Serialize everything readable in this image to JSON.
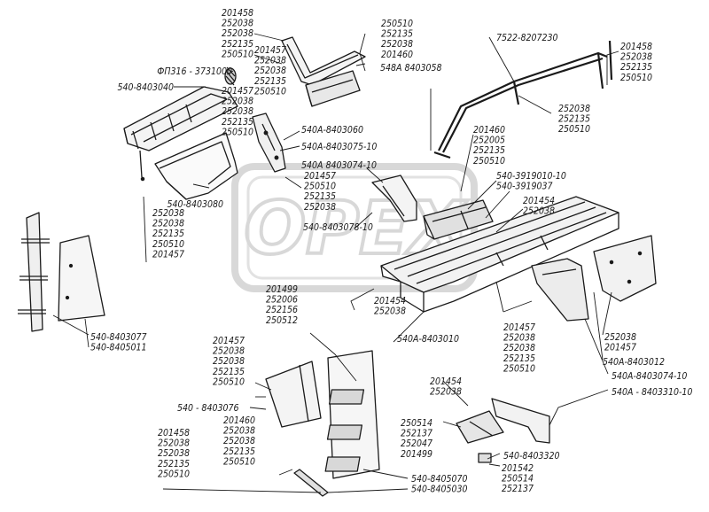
{
  "watermark": {
    "text": "OPEX"
  },
  "groups": [
    {
      "id": "g1",
      "anchor": "end",
      "lines": [
        "201458",
        "252038",
        "252038",
        "252135",
        "250510"
      ]
    },
    {
      "id": "g2",
      "anchor": "start",
      "lines": [
        "201457",
        "252038",
        "252038",
        "252135",
        "250510"
      ]
    },
    {
      "id": "g3",
      "anchor": "start",
      "lines": [
        "250510",
        "252135",
        "252038",
        "201460"
      ]
    },
    {
      "id": "g4",
      "anchor": "start",
      "lines": [
        "548A 8403058"
      ]
    },
    {
      "id": "g5",
      "anchor": "end",
      "lines": [
        "ФП316 - 3731000"
      ]
    },
    {
      "id": "g6",
      "anchor": "end",
      "lines": [
        "540-8403040"
      ]
    },
    {
      "id": "g7",
      "anchor": "start",
      "lines": [
        "7522-8207230"
      ]
    },
    {
      "id": "g8",
      "anchor": "start",
      "lines": [
        "201458",
        "252038",
        "252135",
        "250510"
      ]
    },
    {
      "id": "g9",
      "anchor": "end",
      "lines": [
        "201457",
        "252038",
        "252038",
        "252135",
        "250510"
      ]
    },
    {
      "id": "g10",
      "anchor": "start",
      "lines": [
        "252038",
        "252135",
        "250510"
      ]
    },
    {
      "id": "g11",
      "anchor": "start",
      "lines": [
        "540A-8403060"
      ]
    },
    {
      "id": "g12",
      "anchor": "start",
      "lines": [
        "540A-8403075-10"
      ]
    },
    {
      "id": "g13",
      "anchor": "start",
      "lines": [
        "201460",
        "252005",
        "252135",
        "250510"
      ]
    },
    {
      "id": "g14",
      "anchor": "start",
      "lines": [
        "540A 8403074-10"
      ]
    },
    {
      "id": "g15",
      "anchor": "start",
      "lines": [
        "201457",
        "250510",
        "252135",
        "252038"
      ]
    },
    {
      "id": "g16",
      "anchor": "start",
      "lines": [
        "540-3919010-10",
        "540-3919037"
      ]
    },
    {
      "id": "g17",
      "anchor": "start",
      "lines": [
        "201454",
        "252038"
      ]
    },
    {
      "id": "g18",
      "anchor": "start",
      "lines": [
        "540-8403078-10"
      ]
    },
    {
      "id": "g19",
      "anchor": "end",
      "lines": [
        "540-8403080"
      ]
    },
    {
      "id": "g20",
      "anchor": "start",
      "lines": [
        "252038",
        "252038",
        "252135",
        "250510",
        "201457"
      ]
    },
    {
      "id": "g21",
      "anchor": "start",
      "lines": [
        "201454",
        "252038"
      ]
    },
    {
      "id": "g22",
      "anchor": "start",
      "lines": [
        "201499",
        "252006",
        "252156",
        "250512"
      ]
    },
    {
      "id": "g23",
      "anchor": "start",
      "lines": [
        "540A-8403010"
      ]
    },
    {
      "id": "g24",
      "anchor": "start",
      "lines": [
        "201457",
        "252038",
        "252038",
        "252135",
        "250510"
      ]
    },
    {
      "id": "g25",
      "anchor": "start",
      "lines": [
        "252038",
        "201457"
      ]
    },
    {
      "id": "g26",
      "anchor": "start",
      "lines": [
        "540A-8403012"
      ]
    },
    {
      "id": "g27",
      "anchor": "start",
      "lines": [
        "540A-8403074-10"
      ]
    },
    {
      "id": "g28",
      "anchor": "start",
      "lines": [
        "540A - 8403310-10"
      ]
    },
    {
      "id": "g29",
      "anchor": "start",
      "lines": [
        "540-8403077",
        "540-8405011"
      ]
    },
    {
      "id": "g30",
      "anchor": "start",
      "lines": [
        "201457",
        "252038",
        "252038",
        "252135",
        "250510"
      ]
    },
    {
      "id": "g31",
      "anchor": "start",
      "lines": [
        "540 - 8403076"
      ]
    },
    {
      "id": "g32",
      "anchor": "start",
      "lines": [
        "201460",
        "252038",
        "252038",
        "252135",
        "250510"
      ]
    },
    {
      "id": "g33",
      "anchor": "start",
      "lines": [
        "201454",
        "252038"
      ]
    },
    {
      "id": "g34",
      "anchor": "start",
      "lines": [
        "250514",
        "252137",
        "252047",
        "201499"
      ]
    },
    {
      "id": "g35",
      "anchor": "start",
      "lines": [
        "540-8403320"
      ]
    },
    {
      "id": "g36",
      "anchor": "start",
      "lines": [
        "201542",
        "250514",
        "252137"
      ]
    },
    {
      "id": "g37",
      "anchor": "start",
      "lines": [
        "201458",
        "252038",
        "252038",
        "252135",
        "250510"
      ]
    },
    {
      "id": "g38",
      "anchor": "start",
      "lines": [
        "540-8405070",
        "540-8405030"
      ]
    }
  ]
}
